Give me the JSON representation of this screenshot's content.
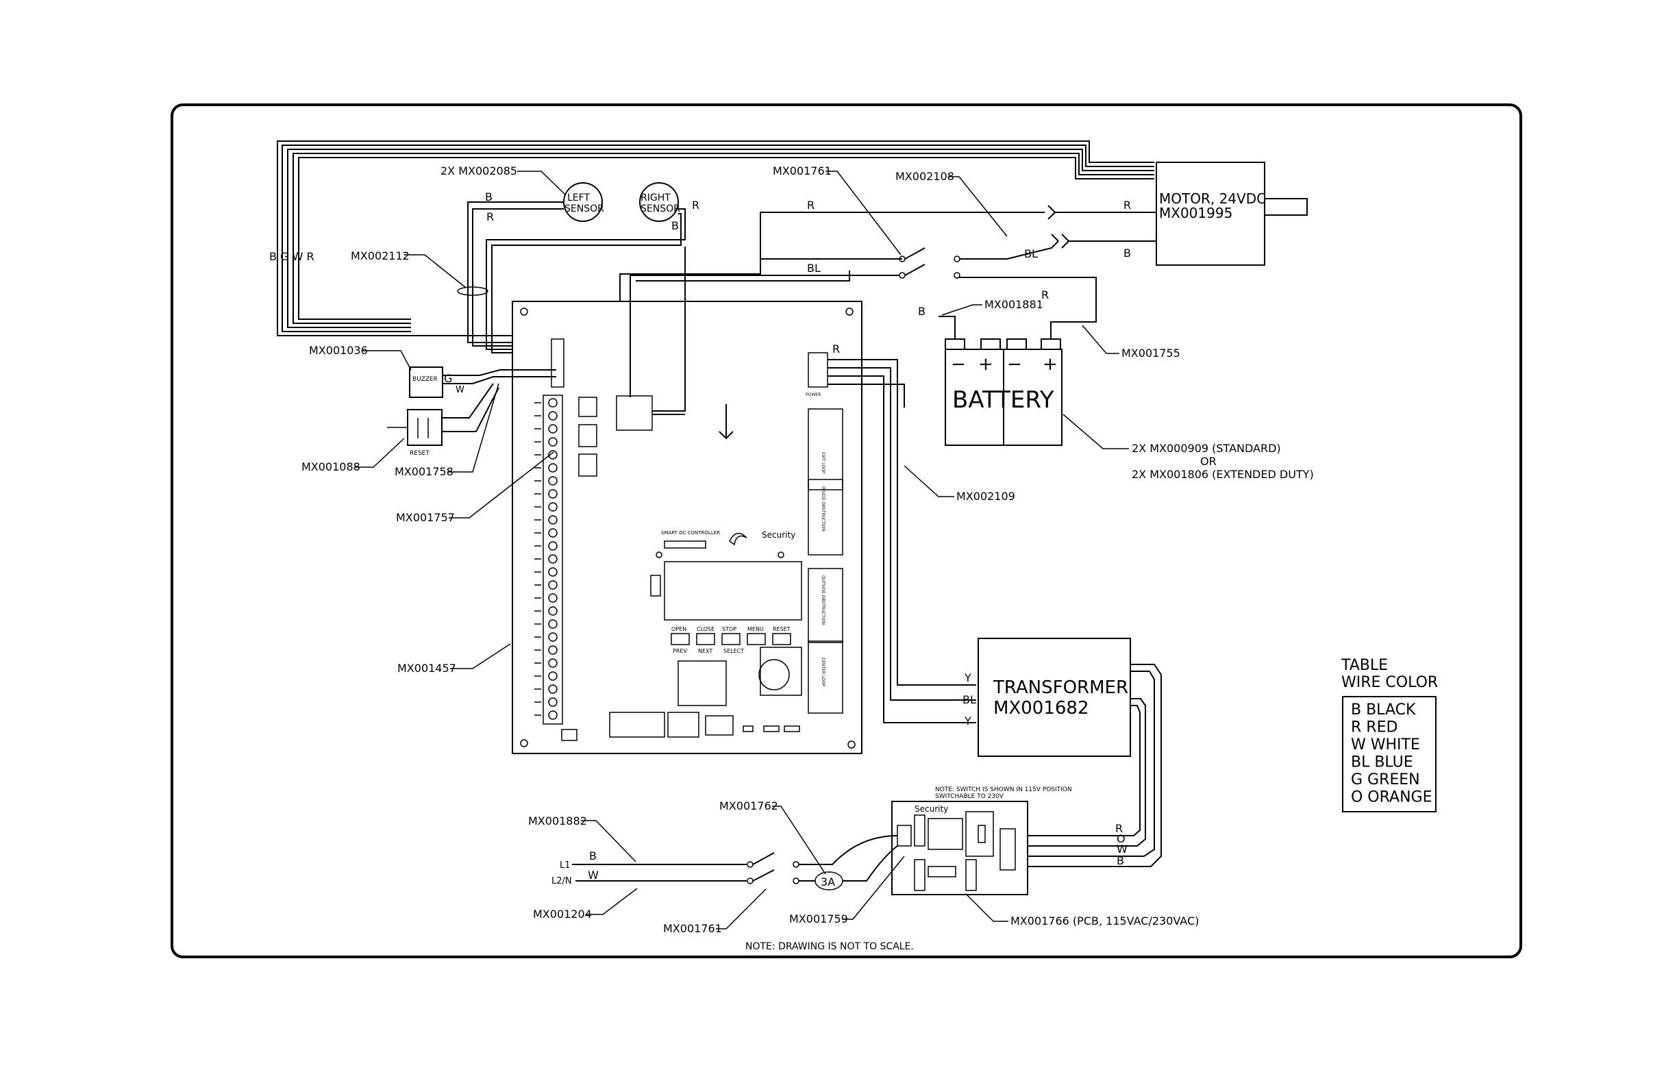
{
  "parts": {
    "sensor_part": "2X  MX002085",
    "left_sensor": [
      "LEFT",
      "SENSOR"
    ],
    "right_sensor": [
      "RIGHT",
      "SENSOR"
    ],
    "mx002112": "MX002112",
    "mx001036": "MX001036",
    "mx001088": "MX001088",
    "mx001758": "MX001758",
    "mx001757": "MX001757",
    "mx001457": "MX001457",
    "mx001761_top": "MX001761",
    "mx002108": "MX002108",
    "mx001881": "MX001881",
    "mx001755": "MX001755",
    "mx002109": "MX002109",
    "battery_part": "2X  MX000909  (STANDARD)",
    "battery_or": "OR",
    "battery_part_alt": "2X   MX001806  (EXTENDED DUTY)",
    "mx001882": "MX001882",
    "mx001762": "MX001762",
    "mx001204": "MX001204",
    "mx001761_bottom": "MX001761",
    "mx001759": "MX001759",
    "mx001766": "MX001766   (PCB, 115VAC/230VAC)"
  },
  "components": {
    "motor": [
      "MOTOR, 24VDC",
      "MX001995"
    ],
    "battery": "BATTERY",
    "transformer": [
      "TRANSFORMER",
      "MX001682"
    ],
    "buzzer": "BUZZER",
    "reset": "RESET",
    "fuse": "3A"
  },
  "wire_labels": {
    "bgwr": "B G W R",
    "b": "B",
    "r": "R",
    "bl": "BL",
    "g": "G",
    "w": "W",
    "y": "Y",
    "o": "O",
    "l1": "L1",
    "l2n": "L2/N"
  },
  "pcb": {
    "controller": "SMART DC CONTROLLER",
    "brand": "Security",
    "buttons_top": [
      "OPEN",
      "CLOSE",
      "STOP",
      "MENU",
      "RESET"
    ],
    "buttons_bottom": [
      "PREV",
      "NEXT",
      "SELECT"
    ],
    "loops": [
      "EXIT LOOP",
      "INSIDE OBSTRUCTION",
      "OUTSIDE OBSTRUCTION",
      "CENTER LOOP"
    ],
    "power": "POWER"
  },
  "pcb_small": {
    "note": "NOTE:  SWITCH IS SHOWN IN 115V POSITION",
    "note2": "SWITCHABLE TO 230V",
    "brand": "Security"
  },
  "legend": {
    "title1": "TABLE",
    "title2": "WIRE COLOR",
    "rows": [
      "B  BLACK",
      "R  RED",
      "W  WHITE",
      "BL  BLUE",
      "G  GREEN",
      "O  ORANGE"
    ]
  },
  "note": "NOTE: DRAWING IS NOT TO SCALE."
}
